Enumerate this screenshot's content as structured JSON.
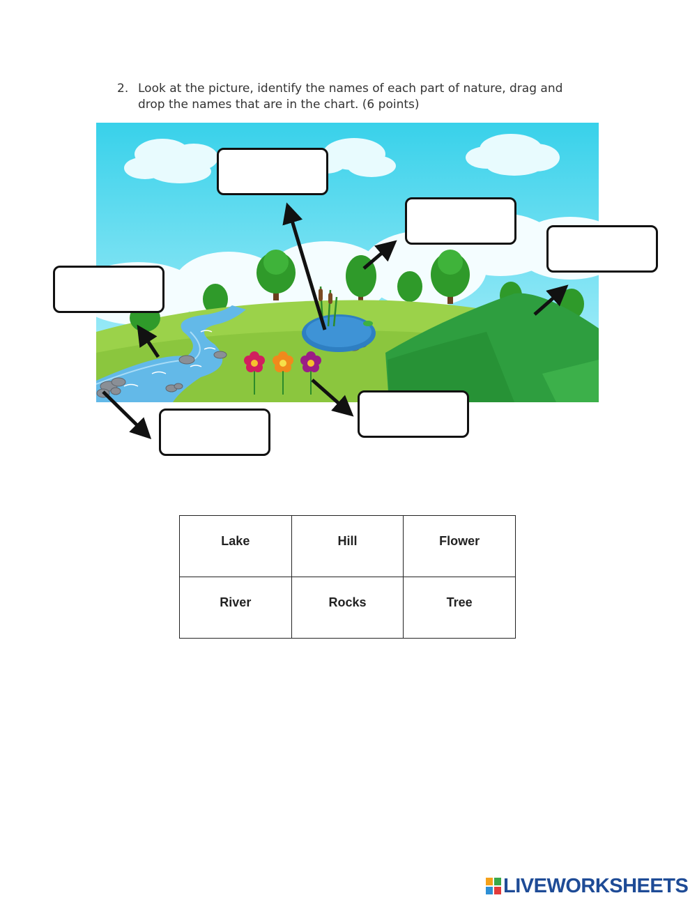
{
  "instruction": {
    "number": "2.",
    "text": "Look at the picture, identify the names of each part of nature, drag and drop the names that are in the chart. (6 points)"
  },
  "word_bank": [
    [
      "Lake",
      "Hill",
      "Flower"
    ],
    [
      "River",
      "Rocks",
      "Tree"
    ]
  ],
  "drop_boxes": [
    {
      "id": "sky-box",
      "value": ""
    },
    {
      "id": "tree-box",
      "value": ""
    },
    {
      "id": "hill-box",
      "value": ""
    },
    {
      "id": "river-box",
      "value": ""
    },
    {
      "id": "rocks-box",
      "value": ""
    },
    {
      "id": "flower-box",
      "value": ""
    }
  ],
  "branding": {
    "name": "LIVEWORKSHEETS",
    "color": "#1e4b96"
  }
}
